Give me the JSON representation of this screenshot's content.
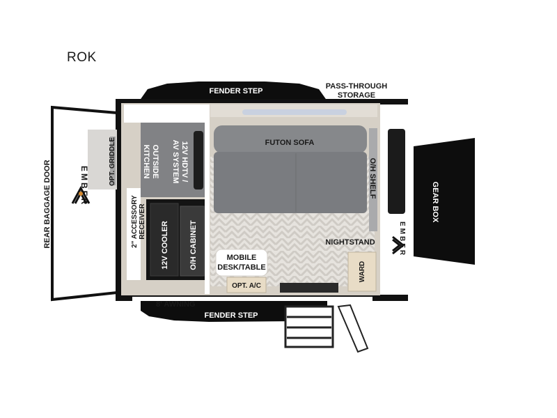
{
  "model": "ROK",
  "brand": "EMBER",
  "labels": {
    "fender_step_top": "FENDER STEP",
    "pass_through_line1": "PASS-THROUGH",
    "pass_through_line2": "STORAGE",
    "rear_baggage_door": "REAR BAGGAGE DOOR",
    "opt_griddle": "OPT. GRIDDLE",
    "outside_kitchen_line1": "OUTSIDE",
    "outside_kitchen_line2": "KITCHEN",
    "hdtv_line1": "12V HDTV /",
    "hdtv_line2": "AV SYSTEM",
    "futon_sofa": "FUTON SOFA",
    "oh_shelf": "O/H SHELF",
    "gear_box": "GEAR BOX",
    "accessory_line1": "2\" ACCESSORY",
    "accessory_line2": "RECEIVER",
    "cooler": "12V COOLER",
    "oh_cabinet": "O/H CABINET",
    "nightstand": "NIGHTSTAND",
    "mobile_desk_line1": "MOBILE",
    "mobile_desk_line2": "DESK/TABLE",
    "opt_ac": "OPT. A/C",
    "ward": "WARD",
    "awning": "8' AWNING",
    "fender_step_bottom": "FENDER STEP"
  },
  "colors": {
    "frame": "#111111",
    "wall": "#d6d0c6",
    "floor": "#e4e1dc",
    "sofa": "#7f8184",
    "tan": "#e8dcc6",
    "gearbox": "#0d0d0d"
  }
}
